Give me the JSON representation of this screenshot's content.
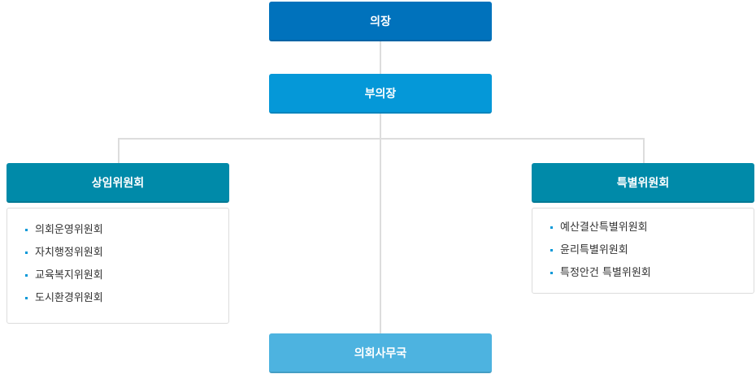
{
  "colors": {
    "chair": "#0072bc",
    "vice_chair": "#0598d8",
    "committee": "#008aa9",
    "secretariat": "#4db3e0",
    "bullet": "#0598d8"
  },
  "chair": {
    "label": "의장"
  },
  "vice_chair": {
    "label": "부의장"
  },
  "standing_committee": {
    "label": "상임위원회",
    "items": [
      "의회운영위원회",
      "자치행정위원회",
      "교육복지위원회",
      "도시환경위원회"
    ]
  },
  "special_committee": {
    "label": "특별위원회",
    "items": [
      "예산결산특별위원회",
      "윤리특별위원회",
      "특정안건 특별위원회"
    ]
  },
  "secretariat": {
    "label": "의회사무국"
  }
}
